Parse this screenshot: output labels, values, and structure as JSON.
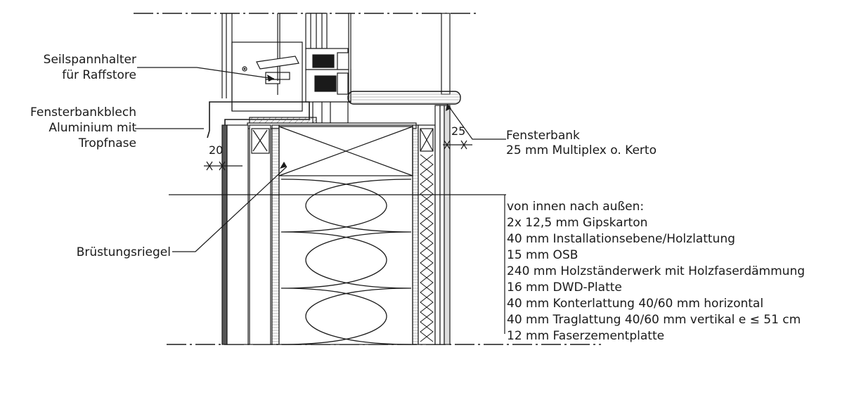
{
  "labels": {
    "seilspann_1": "Seilspannhalter",
    "seilspann_2": "für Raffstore",
    "fbblech_1": "Fensterbankblech",
    "fbblech_2": "Aluminium mit",
    "fbblech_3": "Tropfnase",
    "fensterbank_1": "Fensterbank",
    "fensterbank_2": "25 mm Multiplex o. Kerto",
    "bruestung": "Brüstungsriegel"
  },
  "dimensions": {
    "left": "20",
    "right": "25"
  },
  "layers": {
    "heading": "von innen nach außen:",
    "items": [
      "2x 12,5 mm Gipskarton",
      "40 mm Installationsebene/Holzlattung",
      "15 mm OSB",
      "240 mm Holzständerwerk mit Holzfaserdämmung",
      "16 mm DWD-Platte",
      "40 mm Konterlattung 40/60 mm horizontal",
      "40 mm Traglattung 40/60 mm vertikal e ≤ 51 cm",
      "12 mm Faserzementplatte"
    ]
  }
}
